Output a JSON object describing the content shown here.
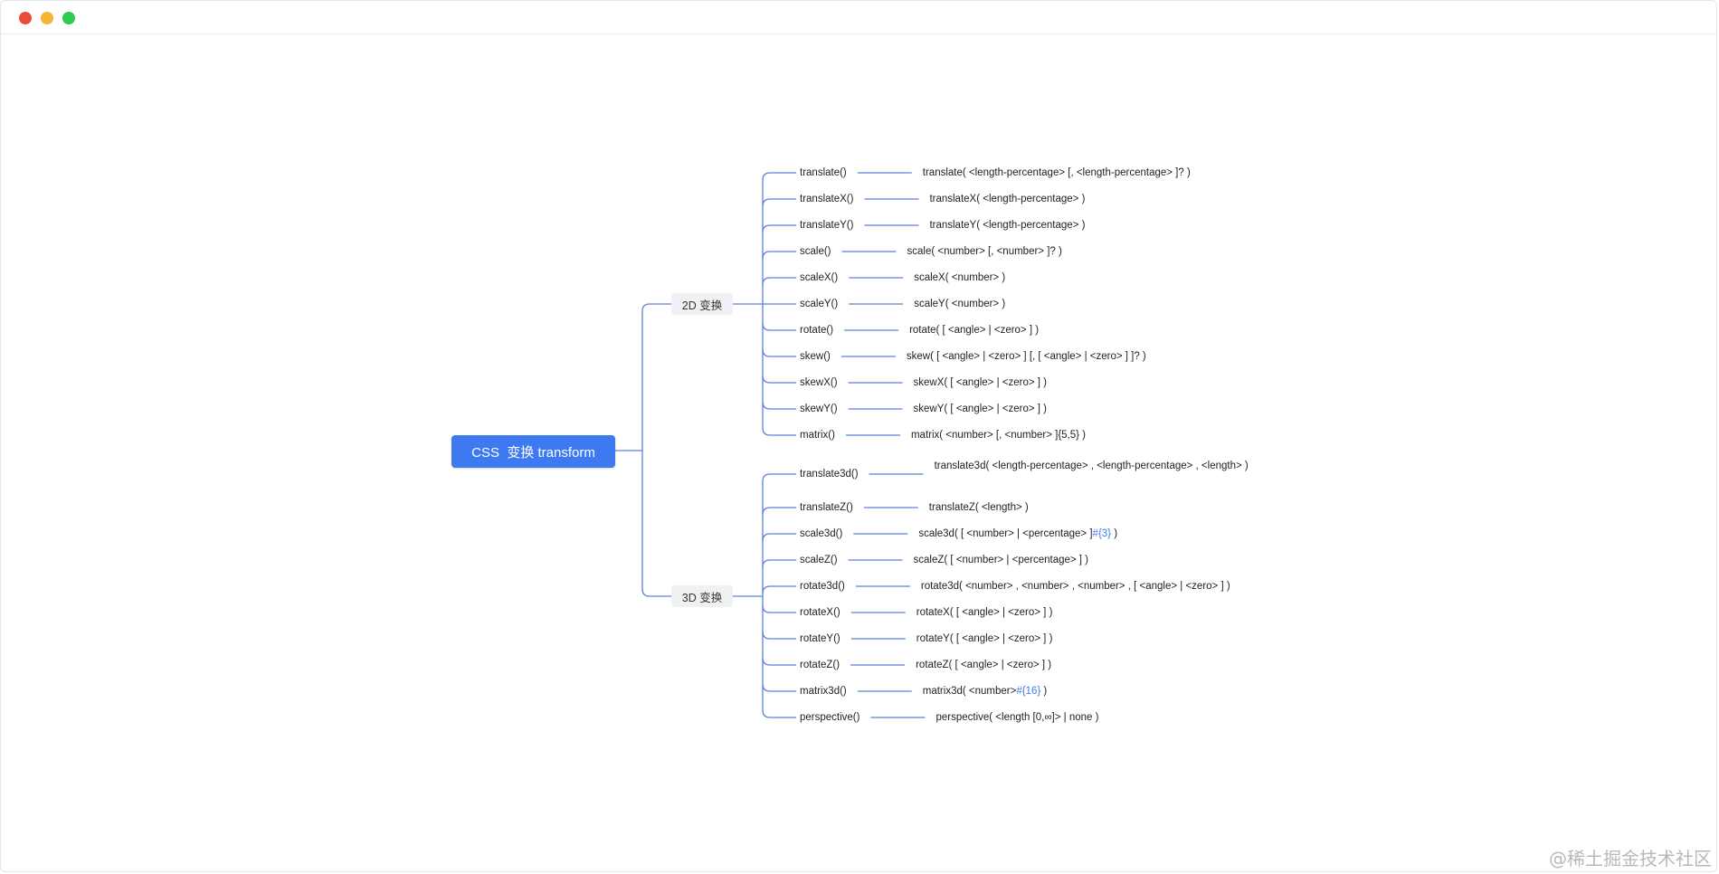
{
  "colors": {
    "accent": "#3d7af2",
    "line": "#5b82dc",
    "close": "#ee4a3c",
    "minimize": "#f5b731",
    "zoom": "#2dcc4c",
    "highlight": "#3d7af2"
  },
  "root": {
    "label": "CSS  变换 transform"
  },
  "branches": [
    {
      "label": "2D 变换",
      "items": [
        {
          "func": "translate()",
          "syntax": "translate( <length-percentage> [, <length-percentage> ]? )"
        },
        {
          "func": "translateX()",
          "syntax": "translateX( <length-percentage> )"
        },
        {
          "func": "translateY()",
          "syntax": "translateY( <length-percentage> )"
        },
        {
          "func": "scale()",
          "syntax": "scale( <number> [, <number> ]? )"
        },
        {
          "func": "scaleX()",
          "syntax": "scaleX( <number> )"
        },
        {
          "func": "scaleY()",
          "syntax": "scaleY( <number> )"
        },
        {
          "func": "rotate()",
          "syntax": "rotate( [ <angle> | <zero> ] )"
        },
        {
          "func": "skew()",
          "syntax": "skew( [ <angle> | <zero> ] [, [ <angle> | <zero> ] ]? )"
        },
        {
          "func": "skewX()",
          "syntax": "skewX( [ <angle> | <zero> ] )"
        },
        {
          "func": "skewY()",
          "syntax": "skewY( [ <angle> | <zero> ] )"
        },
        {
          "func": "matrix()",
          "syntax": "matrix( <number> [, <number> ]{5,5} )"
        }
      ]
    },
    {
      "label": "3D 变换",
      "items": [
        {
          "func": "translate3d()",
          "syntax": "translate3d( <length-percentage> , <length-percentage> , <length> )"
        },
        {
          "func": "translateZ()",
          "syntax": "translateZ( <length> )"
        },
        {
          "func": "scale3d()",
          "syntax": "scale3d( [ <number> | <percentage> ]",
          "highlight": "#{3}",
          "syntax_tail": " )"
        },
        {
          "func": "scaleZ()",
          "syntax": "scaleZ( [ <number> | <percentage> ] )"
        },
        {
          "func": "rotate3d()",
          "syntax": "rotate3d( <number> , <number> , <number> , [ <angle> | <zero> ] )"
        },
        {
          "func": "rotateX()",
          "syntax": "rotateX( [ <angle> | <zero> ] )"
        },
        {
          "func": "rotateY()",
          "syntax": "rotateY( [ <angle> | <zero> ] )"
        },
        {
          "func": "rotateZ()",
          "syntax": "rotateZ( [ <angle> | <zero> ] )"
        },
        {
          "func": "matrix3d()",
          "syntax": "matrix3d( <number>",
          "highlight": "#{16}",
          "syntax_tail": " )"
        },
        {
          "func": "perspective()",
          "syntax": "perspective( <length [0,∞]> | none )"
        }
      ]
    }
  ],
  "watermark": "@稀土掘金技术社区"
}
